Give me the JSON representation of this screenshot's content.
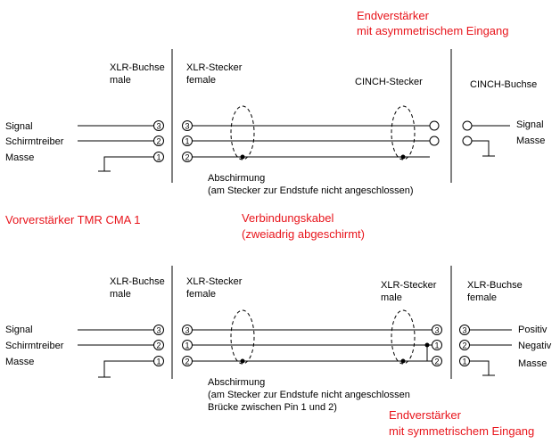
{
  "top": {
    "title_line1": "Endverstärker",
    "title_line2": "mit asymmetrischem Eingang",
    "xlr_buchse_line1": "XLR-Buchse",
    "xlr_buchse_line2": "male",
    "xlr_stecker_line1": "XLR-Stecker",
    "xlr_stecker_line2": "female",
    "cinch_stecker": "CINCH-Stecker",
    "cinch_buchse": "CINCH-Buchse",
    "signal": "Signal",
    "schirmtreiber": "Schirmtreiber",
    "masse": "Masse",
    "signal_right": "Signal",
    "masse_right": "Masse",
    "pins": [
      "3",
      "2",
      "1"
    ],
    "pins_right": [
      "3",
      "1",
      "2"
    ],
    "abschirmung": "Abschirmung",
    "note": "(am Stecker zur Endstufe nicht angeschlossen)"
  },
  "middle": {
    "vorverstaerker": "Vorverstärker TMR CMA 1",
    "kabel_line1": "Verbindungskabel",
    "kabel_line2": "(zweiadrig abgeschirmt)"
  },
  "bottom": {
    "xlr_buchse_line1": "XLR-Buchse",
    "xlr_buchse_line2": "male",
    "xlr_stecker_line1": "XLR-Stecker",
    "xlr_stecker_line2": "female",
    "xlr_stecker_male_line1": "XLR-Stecker",
    "xlr_stecker_male_line2": "male",
    "xlr_buchse_female_line1": "XLR-Buchse",
    "xlr_buchse_female_line2": "female",
    "signal": "Signal",
    "schirmtreiber": "Schirmtreiber",
    "masse": "Masse",
    "positiv": "Positiv",
    "negativ": "Negativ",
    "masse_right": "Masse",
    "pins": [
      "3",
      "2",
      "1"
    ],
    "pins_mid": [
      "3",
      "1",
      "2"
    ],
    "abschirmung": "Abschirmung",
    "note1": "(am Stecker zur Endstufe nicht angeschlossen",
    "note2": "Brücke zwischen Pin 1 und 2)",
    "title_line1": "Endverstärker",
    "title_line2": "mit symmetrischem Eingang"
  },
  "colors": {
    "accent": "#e8141b",
    "line": "#000000"
  }
}
